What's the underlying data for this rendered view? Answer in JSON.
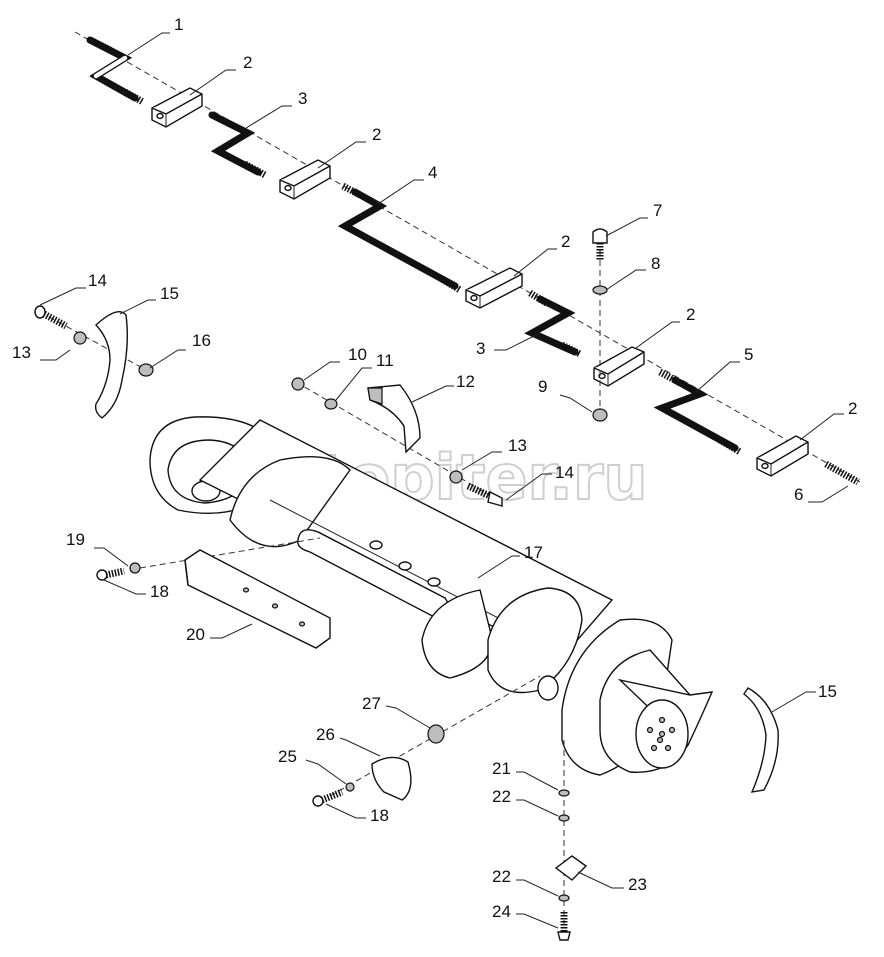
{
  "watermark": "autopiter.ru",
  "callouts": [
    {
      "id": "c1",
      "text": "1"
    },
    {
      "id": "c2a",
      "text": "2"
    },
    {
      "id": "c3a",
      "text": "3"
    },
    {
      "id": "c2b",
      "text": "2"
    },
    {
      "id": "c4",
      "text": "4"
    },
    {
      "id": "c7",
      "text": "7"
    },
    {
      "id": "c2c",
      "text": "2"
    },
    {
      "id": "c8",
      "text": "8"
    },
    {
      "id": "c14a",
      "text": "14"
    },
    {
      "id": "c15a",
      "text": "15"
    },
    {
      "id": "c13a",
      "text": "13"
    },
    {
      "id": "c16",
      "text": "16"
    },
    {
      "id": "c2d",
      "text": "2"
    },
    {
      "id": "c3b",
      "text": "3"
    },
    {
      "id": "c5",
      "text": "5"
    },
    {
      "id": "c10",
      "text": "10"
    },
    {
      "id": "c11",
      "text": "11"
    },
    {
      "id": "c12",
      "text": "12"
    },
    {
      "id": "c9",
      "text": "9"
    },
    {
      "id": "c2e",
      "text": "2"
    },
    {
      "id": "c13b",
      "text": "13"
    },
    {
      "id": "c14b",
      "text": "14"
    },
    {
      "id": "c6",
      "text": "6"
    },
    {
      "id": "c19",
      "text": "19"
    },
    {
      "id": "c17",
      "text": "17"
    },
    {
      "id": "c18a",
      "text": "18"
    },
    {
      "id": "c20",
      "text": "20"
    },
    {
      "id": "c15b",
      "text": "15"
    },
    {
      "id": "c27",
      "text": "27"
    },
    {
      "id": "c26",
      "text": "26"
    },
    {
      "id": "c25",
      "text": "25"
    },
    {
      "id": "c21",
      "text": "21"
    },
    {
      "id": "c22a",
      "text": "22"
    },
    {
      "id": "c18b",
      "text": "18"
    },
    {
      "id": "c22b",
      "text": "22"
    },
    {
      "id": "c23",
      "text": "23"
    },
    {
      "id": "c24",
      "text": "24"
    }
  ]
}
